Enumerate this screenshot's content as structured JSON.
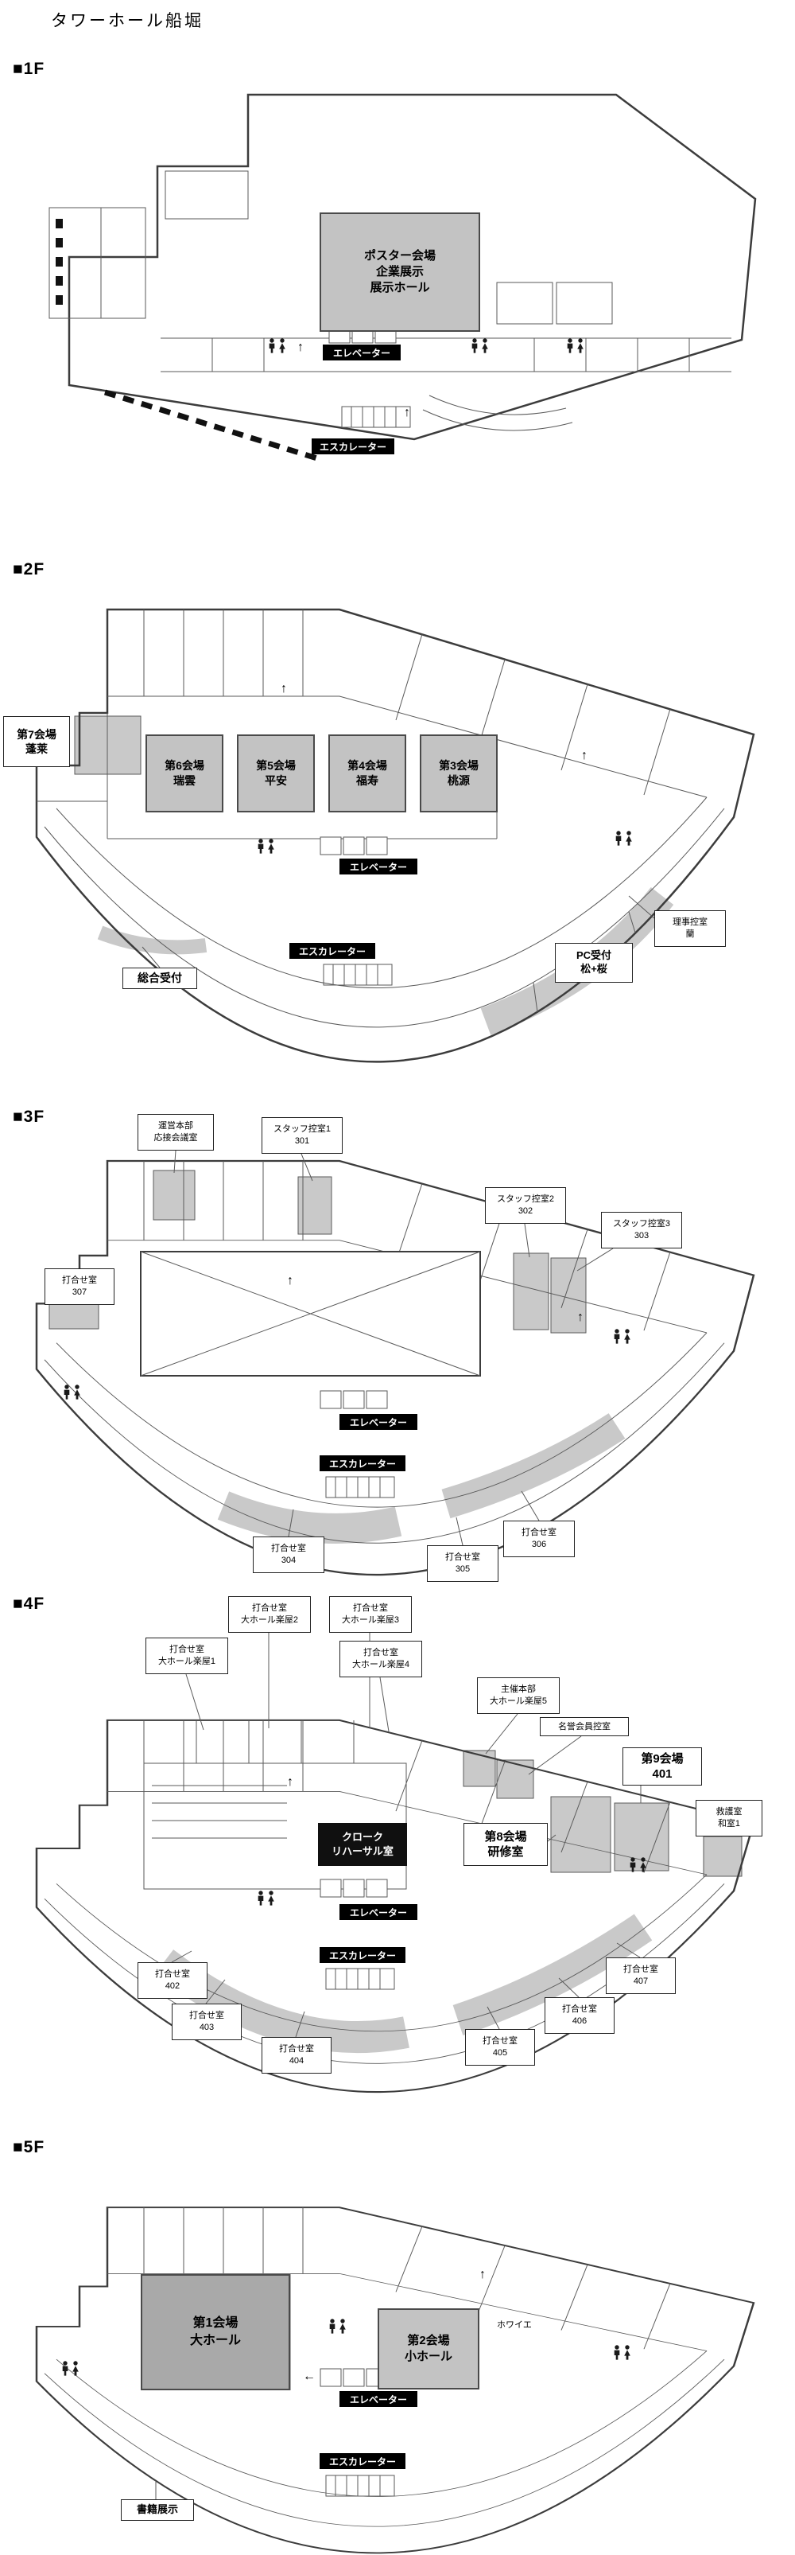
{
  "page_title": "タワーホール船堀",
  "icons": {
    "up_arrow": "↑",
    "left_arrow": "←"
  },
  "floor1": {
    "label": "■1F",
    "poster_hall": "ポスター会場\n企業展示\n展示ホール",
    "elevator": "エレベーター",
    "escalator": "エスカレーター"
  },
  "floor2": {
    "label": "■2F",
    "hall7": "第7会場\n蓬莱",
    "hall6": "第6会場\n瑞雲",
    "hall5": "第5会場\n平安",
    "hall4": "第4会場\n福寿",
    "hall3": "第3会場\n桃源",
    "elevator": "エレベーター",
    "escalator": "エスカレーター",
    "directors_lounge": "理事控室\n蘭",
    "pc_reception": "PC受付\n松+桜",
    "general_reception": "総合受付"
  },
  "floor3": {
    "label": "■3F",
    "operations_hq": "運営本部\n応接会議室",
    "staff_room1": "スタッフ控室1\n301",
    "staff_room2": "スタッフ控室2\n302",
    "staff_room3": "スタッフ控室3\n303",
    "meeting307": "打合せ室\n307",
    "meeting304": "打合せ室\n304",
    "meeting305": "打合せ室\n305",
    "meeting306": "打合せ室\n306",
    "elevator": "エレベーター",
    "escalator": "エスカレーター"
  },
  "floor4": {
    "label": "■4F",
    "greenroom1": "打合せ室\n大ホール楽屋1",
    "greenroom2": "打合せ室\n大ホール楽屋2",
    "greenroom3": "打合せ室\n大ホール楽屋3",
    "greenroom4": "打合せ室\n大ホール楽屋4",
    "greenroom5": "主催本部\n大ホール楽屋5",
    "honorary_lounge": "名誉会員控室",
    "hall9": "第9会場\n401",
    "first_aid": "救護室\n和室1",
    "cloak": "クローク\nリハーサル室",
    "hall8": "第8会場\n研修室",
    "meeting402": "打合せ室\n402",
    "meeting403": "打合せ室\n403",
    "meeting404": "打合せ室\n404",
    "meeting405": "打合せ室\n405",
    "meeting406": "打合せ室\n406",
    "meeting407": "打合せ室\n407",
    "elevator": "エレベーター",
    "escalator": "エスカレーター"
  },
  "floor5": {
    "label": "■5F",
    "hall1": "第1会場\n大ホール",
    "hall2": "第2会場\n小ホール",
    "foyer": "ホワイエ",
    "book_display": "書籍展示",
    "elevator": "エレベーター",
    "escalator": "エスカレーター"
  }
}
